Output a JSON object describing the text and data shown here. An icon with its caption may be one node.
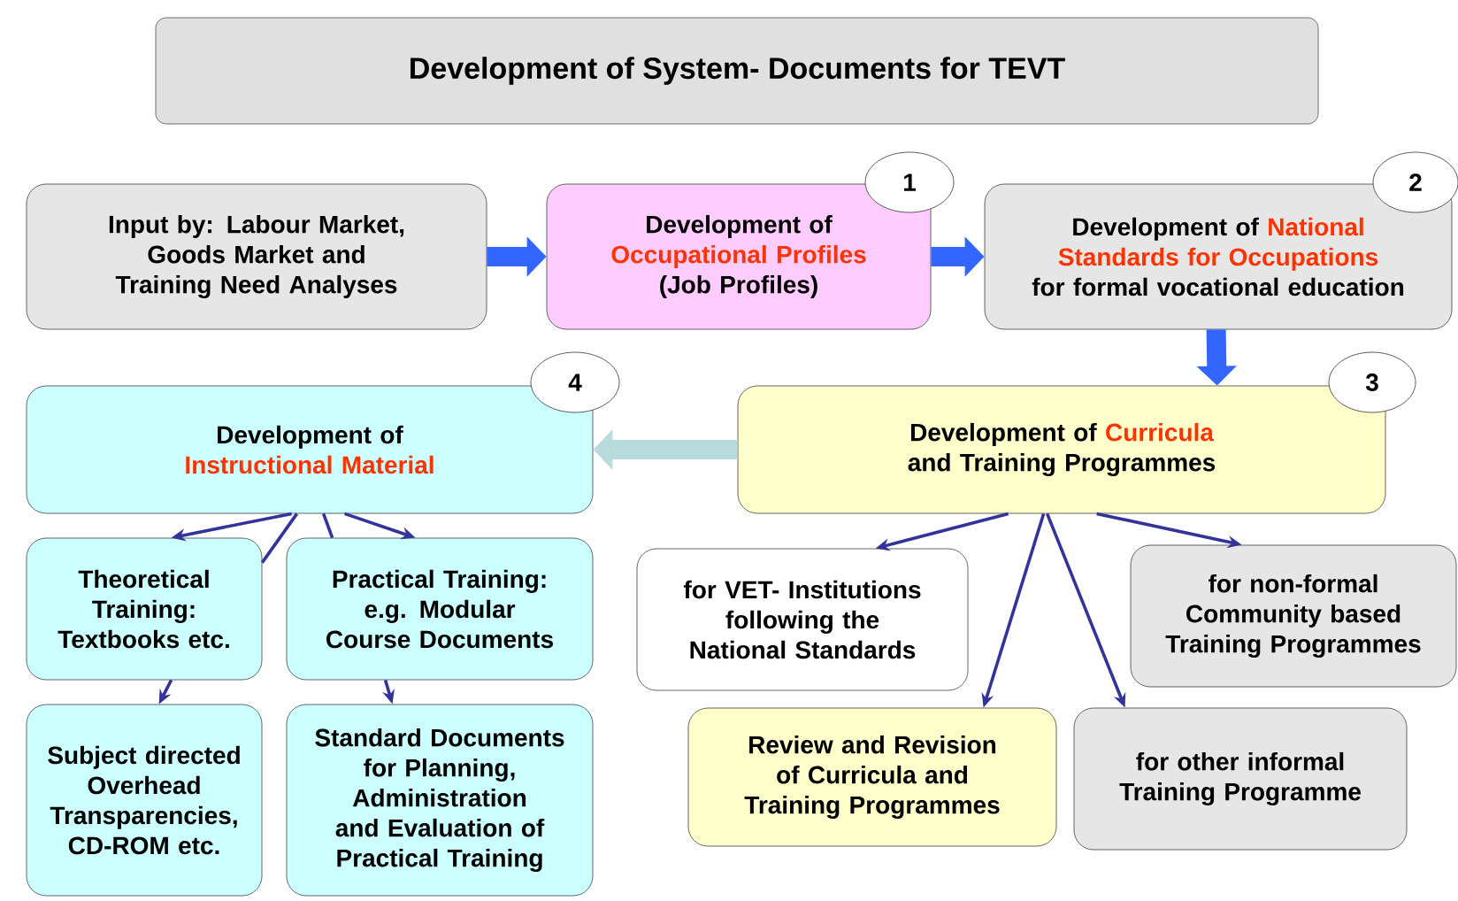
{
  "diagram": {
    "title": "Development of System- Documents for TEVT",
    "nodes": [
      {
        "text": [
          "Input by: Labour Market, Goods Market and Training Need Analyses"
        ]
      },
      {
        "text": [
          "Development of",
          "Occupational Profiles",
          "(Job Profiles)"
        ]
      },
      {
        "text": [
          "1"
        ]
      },
      {
        "text": [
          "Development of",
          "National Standards for Occupations",
          "for formal vocational education"
        ]
      },
      {
        "text": [
          "2"
        ]
      },
      {
        "text": [
          "Development of",
          "Instructional Material"
        ]
      },
      {
        "text": [
          "4"
        ]
      },
      {
        "text": [
          "Development of",
          "Curricula",
          "and Training Programmes"
        ]
      },
      {
        "text": [
          "3"
        ]
      },
      {
        "text": [
          "Theoretical Training:",
          "Textbooks etc."
        ]
      },
      {
        "text": [
          "Practical Training:",
          "e.g. Modular Course Documents"
        ]
      },
      {
        "text": [
          "for VET- Institutions following the National Standards"
        ]
      },
      {
        "text": [
          "for non-formal Community based Training Programmes"
        ]
      },
      {
        "text": [
          "Subject directed Overhead Transparencies, CD-ROM etc."
        ]
      },
      {
        "text": [
          "Standard Documents for Planning, Administration and Evaluation of Practical Training"
        ]
      },
      {
        "text": [
          "Review and Revision of Curricula and Training Programmes"
        ]
      },
      {
        "text": [
          "for other informal Training Programme"
        ]
      }
    ],
    "edges": [
      {
        "from": 0,
        "to": 1,
        "arrow": "to",
        "style": "thick",
        "color": "#3366ff"
      },
      {
        "from": 1,
        "to": 3,
        "arrow": "to",
        "style": "thick",
        "color": "#3366ff"
      },
      {
        "from": 3,
        "to": 7,
        "arrow": "to",
        "style": "thick",
        "color": "#3366ff"
      },
      {
        "from": 7,
        "to": 5,
        "arrow": "to",
        "style": "thick",
        "color": "#b8dcdc"
      },
      {
        "from": 5,
        "to": 9,
        "arrow": "to"
      },
      {
        "from": 5,
        "to": 9,
        "arrow": "none"
      },
      {
        "from": 5,
        "to": 10,
        "arrow": "none"
      },
      {
        "from": 5,
        "to": 10,
        "arrow": "to"
      },
      {
        "from": 9,
        "to": 13,
        "arrow": "to"
      },
      {
        "from": 10,
        "to": 14,
        "arrow": "to"
      },
      {
        "from": 7,
        "to": 11,
        "arrow": "to"
      },
      {
        "from": 7,
        "to": 15,
        "arrow": "to"
      },
      {
        "from": 7,
        "to": 16,
        "arrow": "to"
      },
      {
        "from": 7,
        "to": 12,
        "arrow": "to"
      }
    ]
  }
}
